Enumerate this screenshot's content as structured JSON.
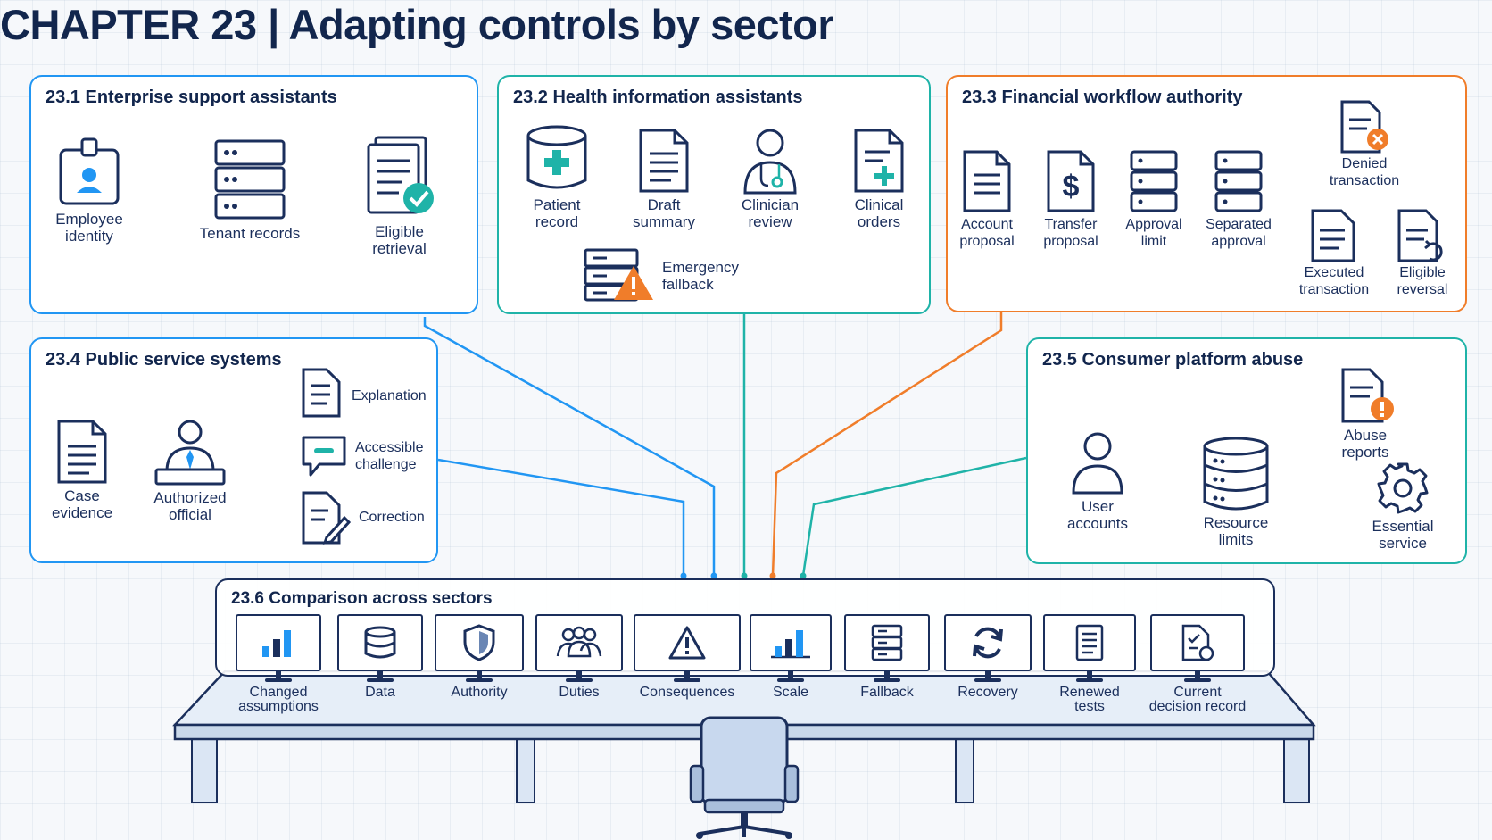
{
  "title": "CHAPTER 23 | Adapting controls by sector",
  "colors": {
    "blue": "#2196f3",
    "teal": "#1fb3a8",
    "orange": "#f07d2a",
    "navy": "#1b2f5c"
  },
  "panels": {
    "p1": {
      "title": "23.1 Enterprise support assistants",
      "nodes": [
        "Employee\nidentity",
        "Tenant records",
        "Eligible\nretrieval"
      ]
    },
    "p2": {
      "title": "23.2 Health information assistants",
      "nodes": [
        "Patient\nrecord",
        "Draft\nsummary",
        "Clinician\nreview",
        "Clinical\norders",
        "Emergency\nfallback"
      ]
    },
    "p3": {
      "title": "23.3 Financial workflow authority",
      "nodes": [
        "Account\nproposal",
        "Transfer\nproposal",
        "Approval\nlimit",
        "Separated\napproval",
        "Denied\ntransaction",
        "Executed\ntransaction",
        "Eligible\nreversal"
      ]
    },
    "p4": {
      "title": "23.4 Public service systems",
      "nodes": [
        "Case\nevidence",
        "Authorized\nofficial",
        "Explanation",
        "Accessible\nchallenge",
        "Correction"
      ]
    },
    "p5": {
      "title": "23.5 Consumer platform abuse",
      "nodes": [
        "User\naccounts",
        "Resource\nlimits",
        "Abuse\nreports",
        "Essential\nservice"
      ]
    },
    "p6": {
      "title": "23.6 Comparison across sectors",
      "stations": [
        "Changed\nassumptions",
        "Data",
        "Authority",
        "Duties",
        "Consequences",
        "Scale",
        "Fallback",
        "Recovery",
        "Renewed\ntests",
        "Current\ndecision record"
      ]
    }
  }
}
